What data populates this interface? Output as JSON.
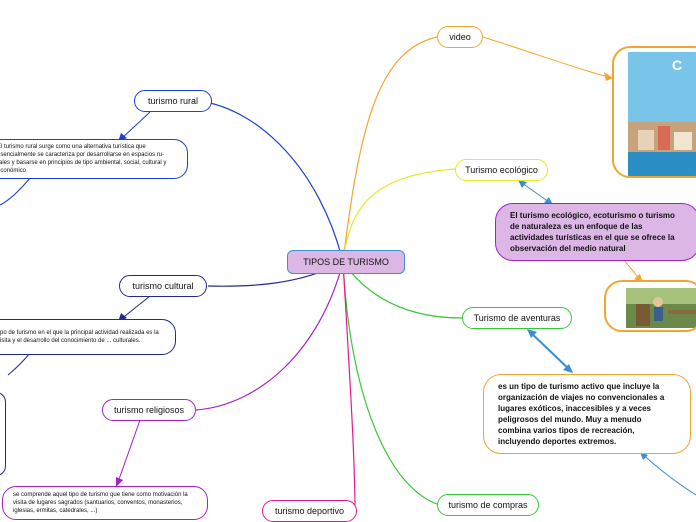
{
  "central": {
    "label": "TIPOS DE TURISMO"
  },
  "nodes": {
    "video": "video",
    "turismo_rural": "turismo rural",
    "turismo_rural_desc": "El turismo rural surge como una alternativa turística que esencialmente se caracteriza por desarrollarse en espacios ru- rales y basarse en principios de tipo ambiental, social, cultural y económico",
    "turismo_ecologico": "Turismo ecológico",
    "turismo_ecologico_desc": "El turismo ecológico, ecoturismo o turismo de naturaleza es un enfoque de las actividades turísticas en el que se ofrece la observación del medio natural",
    "turismo_cultural": "turismo cultural",
    "turismo_cultural_desc": "tipo de turismo en el que la principal actividad realizada es la visita y el desarrollo del conocimiento de ... culturales.",
    "turismo_aventuras": "Turismo de aventuras",
    "turismo_aventuras_desc": "es un tipo de turismo activo que incluye la organización de viajes no convencionales a lugares exóticos, inaccesibles y a veces peligrosos del mundo. Muy a menudo combina varios tipos de recreación, incluyendo deportes extremos.",
    "turismo_religiosos": "turismo religiosos",
    "turismo_religiosos_desc": "se comprende aquel tipo de turismo que tiene como motivación la visita de lugares sagrados (santuarios, conventos, monasterios, iglesias, ermitas, catedrales, ...)",
    "turismo_compras": "turismo de compras",
    "turismo_deportivo": "turismo deportivo"
  },
  "colors": {
    "central_fill": "#dcb7e6",
    "central_border": "#3f8fd2",
    "blue": "#1b3fd8",
    "orange": "#f3a531",
    "yellow": "#e8e82a",
    "green": "#35c93a",
    "navy": "#222a8c",
    "purple": "#a321c9",
    "teal": "#3b8ed6"
  }
}
